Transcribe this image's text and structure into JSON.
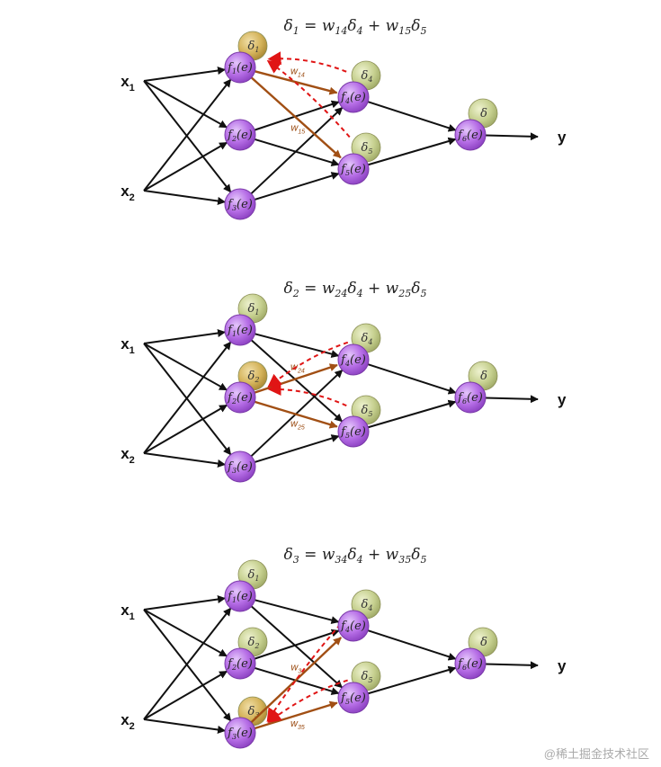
{
  "colors": {
    "neuron": "#b66ee6",
    "delta_green": "#c5cf8e",
    "delta_active": "#d4b35a",
    "forward_arrow": "#111111",
    "weight_arrow": "#a14f14",
    "backprop_arrow": "#e01515"
  },
  "inputs": [
    {
      "base": "x",
      "sub": "1"
    },
    {
      "base": "x",
      "sub": "2"
    }
  ],
  "output_label": "y",
  "neurons": [
    {
      "id": "n1",
      "label": "f",
      "sub": "1",
      "tail": "(e)"
    },
    {
      "id": "n2",
      "label": "f",
      "sub": "2",
      "tail": "(e)"
    },
    {
      "id": "n3",
      "label": "f",
      "sub": "3",
      "tail": "(e)"
    },
    {
      "id": "n4",
      "label": "f",
      "sub": "4",
      "tail": "(e)"
    },
    {
      "id": "n5",
      "label": "f",
      "sub": "5",
      "tail": "(e)"
    },
    {
      "id": "n6",
      "label": "f",
      "sub": "6",
      "tail": "(e)"
    }
  ],
  "deltas": {
    "n1": {
      "base": "δ",
      "sub": "1"
    },
    "n2": {
      "base": "δ",
      "sub": "2"
    },
    "n3": {
      "base": "δ",
      "sub": "3"
    },
    "n4": {
      "base": "δ",
      "sub": "4"
    },
    "n5": {
      "base": "δ",
      "sub": "5"
    },
    "n6": {
      "base": "δ",
      "sub": ""
    }
  },
  "panels": [
    {
      "active": "n1",
      "visible_deltas": [
        "n1",
        "n4",
        "n5",
        "n6"
      ],
      "equation": {
        "lhs": "δ",
        "lhs_sub": "1",
        "t1_w": "w",
        "t1_w_sub": "14",
        "t1_d": "δ",
        "t1_d_sub": "4",
        "op": "+",
        "t2_w": "w",
        "t2_w_sub": "15",
        "t2_d": "δ",
        "t2_d_sub": "5"
      },
      "weights": [
        {
          "base": "w",
          "sub": "14"
        },
        {
          "base": "w",
          "sub": "15"
        }
      ]
    },
    {
      "active": "n2",
      "visible_deltas": [
        "n1",
        "n2",
        "n4",
        "n5",
        "n6"
      ],
      "equation": {
        "lhs": "δ",
        "lhs_sub": "2",
        "t1_w": "w",
        "t1_w_sub": "24",
        "t1_d": "δ",
        "t1_d_sub": "4",
        "op": "+",
        "t2_w": "w",
        "t2_w_sub": "25",
        "t2_d": "δ",
        "t2_d_sub": "5"
      },
      "weights": [
        {
          "base": "w",
          "sub": "24"
        },
        {
          "base": "w",
          "sub": "25"
        }
      ]
    },
    {
      "active": "n3",
      "visible_deltas": [
        "n1",
        "n2",
        "n3",
        "n4",
        "n5",
        "n6"
      ],
      "equation": {
        "lhs": "δ",
        "lhs_sub": "3",
        "t1_w": "w",
        "t1_w_sub": "34",
        "t1_d": "δ",
        "t1_d_sub": "4",
        "op": "+",
        "t2_w": "w",
        "t2_w_sub": "35",
        "t2_d": "δ",
        "t2_d_sub": "5"
      },
      "weights": [
        {
          "base": "w",
          "sub": "34"
        },
        {
          "base": "w",
          "sub": "35"
        }
      ]
    }
  ],
  "watermark": "@稀土掘金技术社区"
}
